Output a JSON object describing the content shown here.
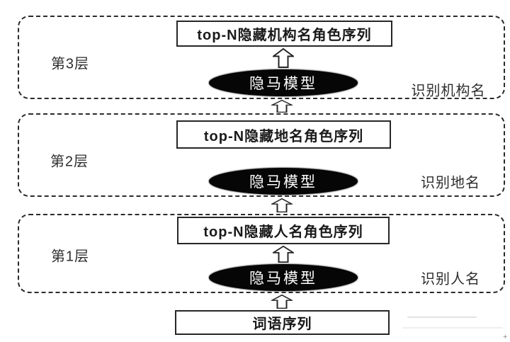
{
  "layers": [
    {
      "name": "第3层",
      "output": "top-N隐藏机构名角色序列",
      "model": "隐马模型",
      "task": "识别机构名"
    },
    {
      "name": "第2层",
      "output": "top-N隐藏地名角色序列",
      "model": "隐马模型",
      "task": "识别地名"
    },
    {
      "name": "第1层",
      "output": "top-N隐藏人名角色序列",
      "model": "隐马模型",
      "task": "识别人名"
    }
  ],
  "input": {
    "label": "词语序列"
  },
  "icons": {
    "arrow": "hollow-up-arrow"
  },
  "colors": {
    "line": "#222222",
    "ellipse_fill": "#060606",
    "ellipse_text": "#ffffff",
    "background": "#ffffff"
  },
  "watermark": {
    "mark": "+"
  }
}
